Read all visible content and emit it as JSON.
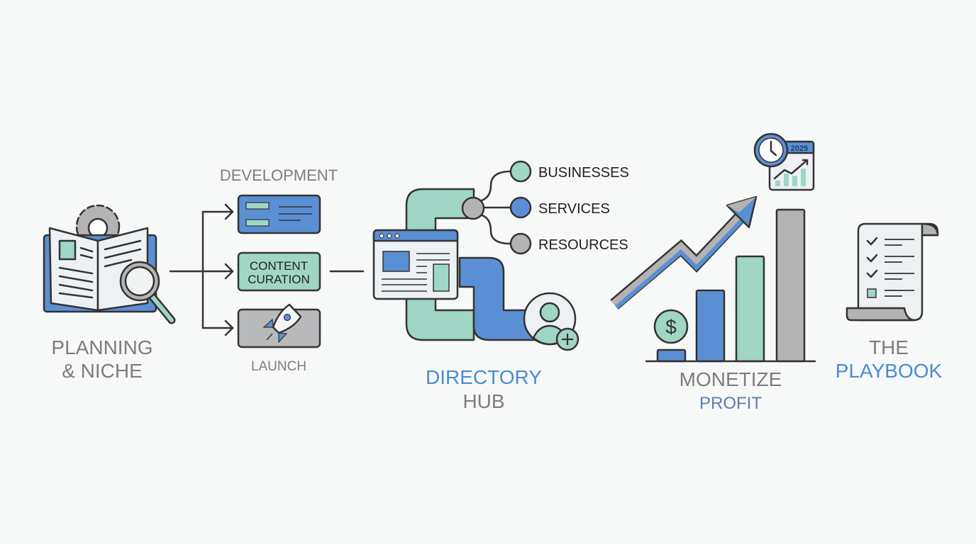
{
  "colors": {
    "blue": "#5b8fd4",
    "teal": "#9fd6c6",
    "gray": "#b3b3b3",
    "outline": "#333333",
    "text_gray": "#7d7d7d",
    "text_blue": "#4a8bd2"
  },
  "planning": {
    "line1": "PLANNING",
    "line2": "& NICHE"
  },
  "development": {
    "title": "DEVELOPMENT",
    "content_line1": "CONTENT",
    "content_line2": "CURATION",
    "launch": "LAUNCH"
  },
  "directory": {
    "line1": "DIRECTORY",
    "line2": "HUB",
    "nodes": [
      "BUSINESSES",
      "SERVICES",
      "RESOURCES"
    ]
  },
  "monetize": {
    "line1": "MONETIZE",
    "line2": "PROFIT",
    "calendar_year": "2025",
    "currency_symbol": "$"
  },
  "playbook": {
    "line1": "THE",
    "line2": "PLAYBOOK"
  }
}
